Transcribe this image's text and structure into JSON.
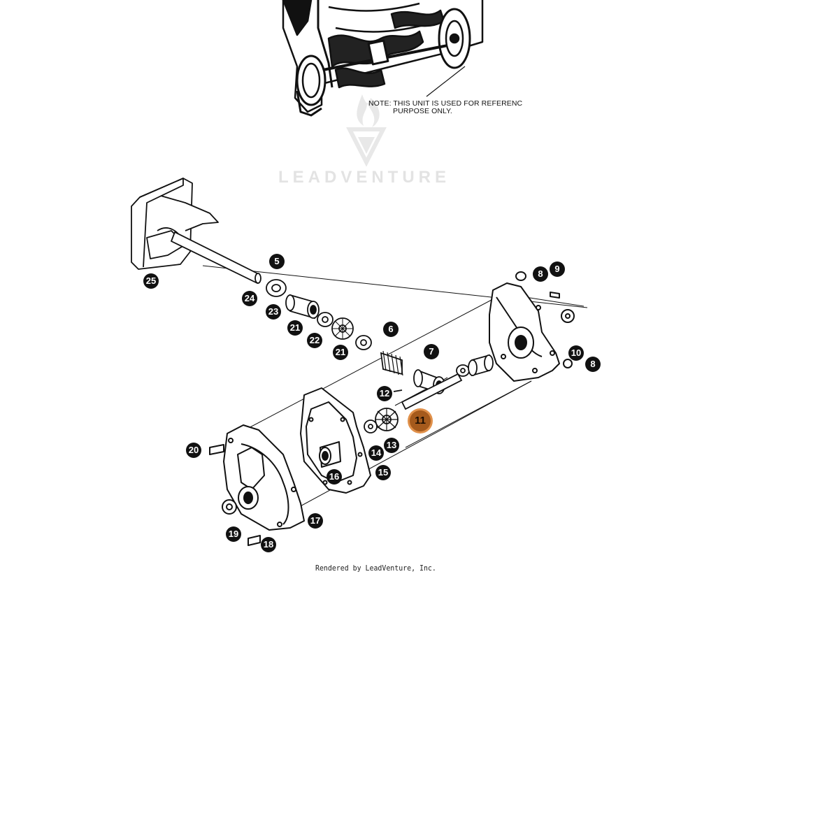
{
  "note": {
    "line1": "NOTE: THIS UNIT IS USED FOR REFERENC",
    "line2": "PURPOSE ONLY."
  },
  "watermark": {
    "text": "LEADVENTURE",
    "icon": "leadventure-logo-icon",
    "color": "#e3e3e3"
  },
  "credit": "Rendered by LeadVenture, Inc.",
  "accent_color": "#e0904a",
  "callouts": [
    {
      "id": "5",
      "label": "5"
    },
    {
      "id": "8a",
      "label": "8"
    },
    {
      "id": "9",
      "label": "9"
    },
    {
      "id": "24",
      "label": "24"
    },
    {
      "id": "23",
      "label": "23"
    },
    {
      "id": "21a",
      "label": "21"
    },
    {
      "id": "22",
      "label": "22"
    },
    {
      "id": "21b",
      "label": "21"
    },
    {
      "id": "6",
      "label": "6"
    },
    {
      "id": "7",
      "label": "7"
    },
    {
      "id": "10",
      "label": "10"
    },
    {
      "id": "8b",
      "label": "8"
    },
    {
      "id": "12",
      "label": "12"
    },
    {
      "id": "11",
      "label": "11",
      "active": true
    },
    {
      "id": "13",
      "label": "13"
    },
    {
      "id": "14",
      "label": "14"
    },
    {
      "id": "15",
      "label": "15"
    },
    {
      "id": "16",
      "label": "16"
    },
    {
      "id": "20",
      "label": "20"
    },
    {
      "id": "17",
      "label": "17"
    },
    {
      "id": "19",
      "label": "19"
    },
    {
      "id": "18",
      "label": "18"
    },
    {
      "id": "25",
      "label": "25"
    }
  ]
}
